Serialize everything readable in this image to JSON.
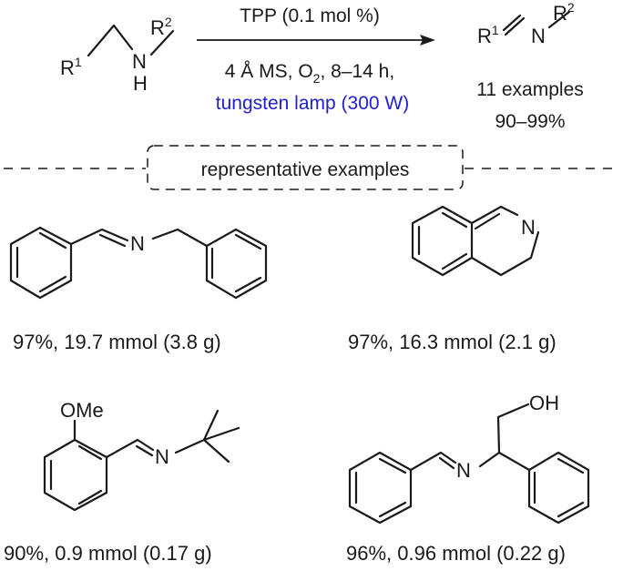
{
  "reaction": {
    "reactant": {
      "r1": "R",
      "r1_sup": "1",
      "n": "N",
      "h": "H",
      "r2": "R",
      "r2_sup": "2"
    },
    "product": {
      "r1": "R",
      "r1_sup": "1",
      "n": "N",
      "r2": "R",
      "r2_sup": "2"
    },
    "conditions": {
      "catalyst": "TPP (0.1 mol %)",
      "line2_a": "4 Å MS, O",
      "line2_sub": "2",
      "line2_b": ", 8–14 h,",
      "light": "tungsten lamp (300 W)"
    },
    "scope": {
      "examples": "11 examples",
      "yield_range": "90–99%"
    }
  },
  "section_label": "representative examples",
  "examples": [
    {
      "atoms": {
        "n": "N"
      },
      "caption": "97%, 19.7 mmol (3.8 g)"
    },
    {
      "atoms": {
        "n": "N"
      },
      "caption": "97%, 16.3 mmol (2.1 g)"
    },
    {
      "atoms": {
        "n": "N",
        "ome": "OMe"
      },
      "caption": "90%, 0.9 mmol (0.17 g)"
    },
    {
      "atoms": {
        "n": "N",
        "oh": "OH"
      },
      "caption": "96%, 0.96 mmol (0.22 g)"
    }
  ],
  "colors": {
    "text": "#1a1a1a",
    "light_condition": "#1f1fd0"
  }
}
